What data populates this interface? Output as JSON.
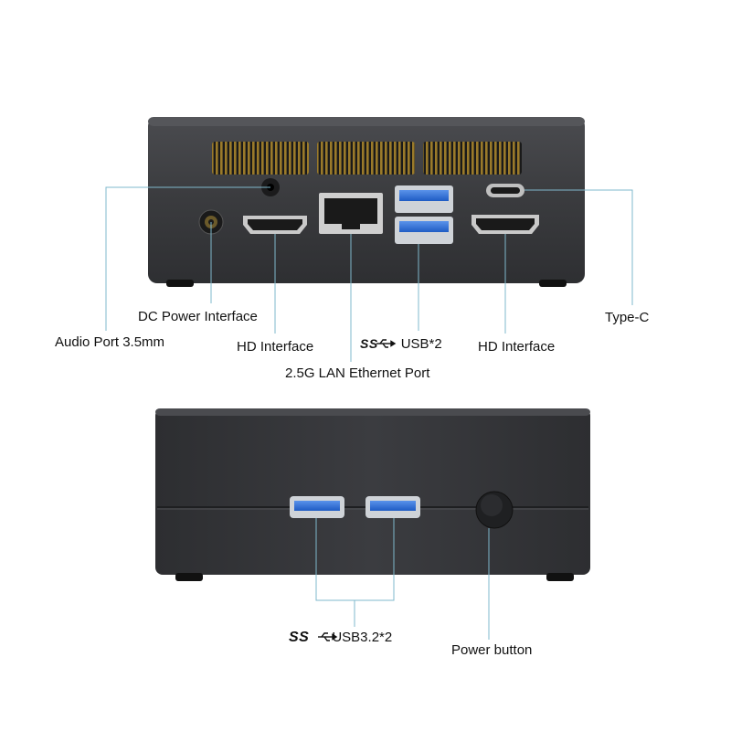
{
  "rear": {
    "audio_label": "Audio Port 3.5mm",
    "dc_label": "DC Power Interface",
    "hd1_label": "HD Interface",
    "lan_label": "2.5G LAN Ethernet Port",
    "usb_logo": "SS",
    "usb_label": "USB*2",
    "hd2_label": "HD Interface",
    "typec_label": "Type-C"
  },
  "front": {
    "usb_logo": "SS",
    "usb_label": "USB3.2*2",
    "power_label": "Power button"
  },
  "colors": {
    "body": "#3a3b3e",
    "vent": "#8a6a1e",
    "usb_blue": "#2f6fd6",
    "leader": "#7fb8cc"
  }
}
